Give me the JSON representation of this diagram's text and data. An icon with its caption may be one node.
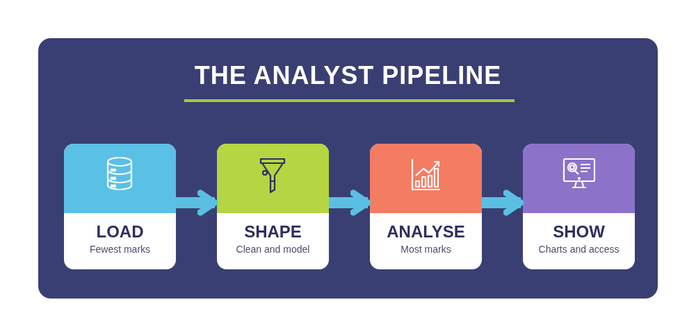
{
  "diagram": {
    "title": "THE ANALYST PIPELINE",
    "nodes": [
      {
        "text": [
          "LOAD",
          "Fewest marks"
        ]
      },
      {
        "text": [
          "SHAPE",
          "Clean and model"
        ]
      },
      {
        "text": [
          "ANALYSE",
          "Most marks"
        ]
      },
      {
        "text": [
          "SHOW",
          "Charts and access"
        ]
      }
    ],
    "edges": [
      {
        "from": 0,
        "to": 1,
        "arrow": "to"
      },
      {
        "from": 1,
        "to": 2,
        "arrow": "to"
      },
      {
        "from": 2,
        "to": 3,
        "arrow": "to"
      }
    ]
  }
}
